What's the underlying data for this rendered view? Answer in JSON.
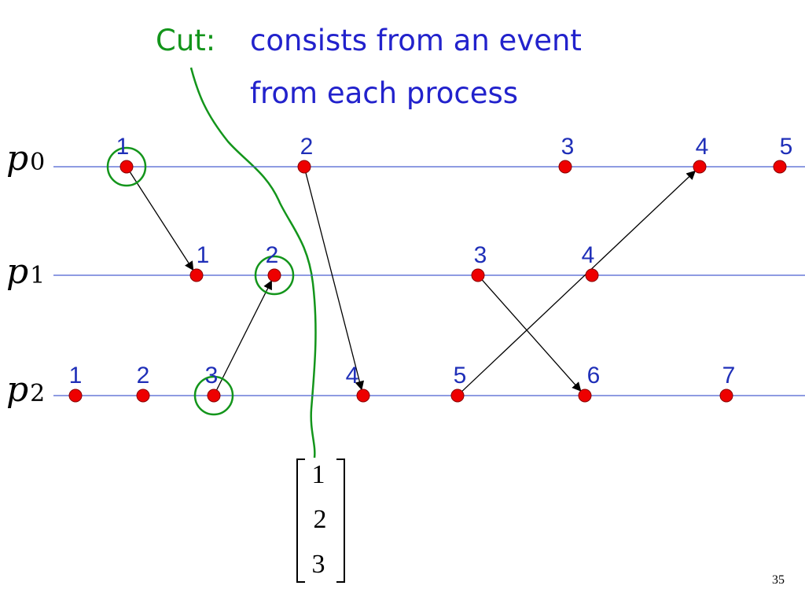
{
  "title": {
    "cut_label": "Cut:",
    "line1": "consists from an event",
    "line2": "from each process"
  },
  "colors": {
    "cut": "#13951b",
    "text": "#2222cc",
    "event_fill": "#ee0000",
    "timeline": "#4a5fd0",
    "arrow": "#000000"
  },
  "processes": [
    {
      "name": "p",
      "sub": "0",
      "events": [
        {
          "label": "1",
          "circled": true
        },
        {
          "label": "2",
          "circled": false
        },
        {
          "label": "3",
          "circled": false
        },
        {
          "label": "4",
          "circled": false
        },
        {
          "label": "5",
          "circled": false
        }
      ]
    },
    {
      "name": "p",
      "sub": "1",
      "events": [
        {
          "label": "1",
          "circled": false
        },
        {
          "label": "2",
          "circled": true
        },
        {
          "label": "3",
          "circled": false
        },
        {
          "label": "4",
          "circled": false
        }
      ]
    },
    {
      "name": "p",
      "sub": "2",
      "events": [
        {
          "label": "1",
          "circled": false
        },
        {
          "label": "2",
          "circled": false
        },
        {
          "label": "3",
          "circled": true
        },
        {
          "label": "4",
          "circled": false
        },
        {
          "label": "5",
          "circled": false
        },
        {
          "label": "6",
          "circled": false
        },
        {
          "label": "7",
          "circled": false
        }
      ]
    }
  ],
  "messages": [
    {
      "from": "p0.1",
      "to": "p1.1"
    },
    {
      "from": "p0.2",
      "to": "p2.4"
    },
    {
      "from": "p2.3",
      "to": "p1.2"
    },
    {
      "from": "p2.5",
      "to": "p0.4"
    },
    {
      "from": "p1.3",
      "to": "p2.6"
    }
  ],
  "cut_vector": [
    "1",
    "2",
    "3"
  ],
  "page_number": "35"
}
